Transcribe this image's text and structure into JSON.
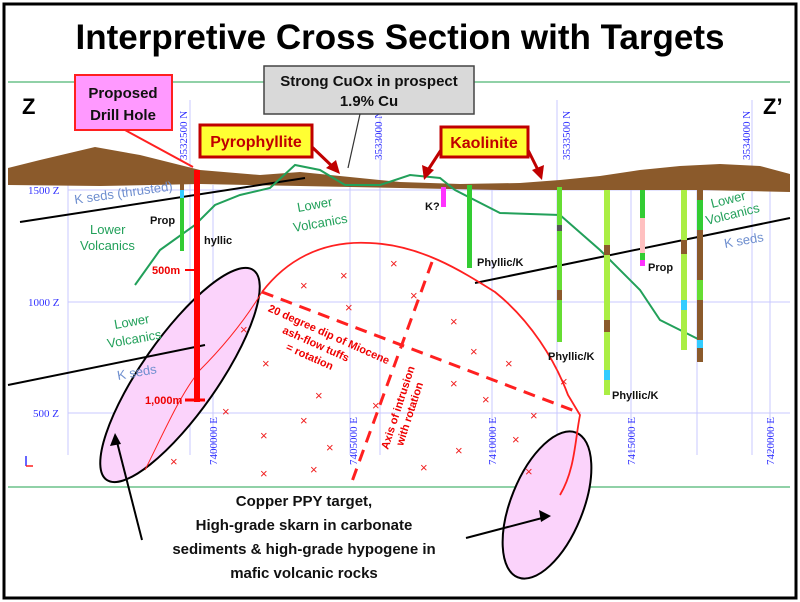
{
  "title": "Interpretive Cross Section with Targets",
  "section_ends": {
    "left": "Z",
    "right": "Z’"
  },
  "elevation_labels": [
    "1500 Z",
    "1000 Z",
    "500 Z"
  ],
  "easting_labels": [
    "7400000 E",
    "7405000 E",
    "7410000 E",
    "7415000 E",
    "7420000 E"
  ],
  "northing_labels": [
    "3532500 N",
    "3533000 N",
    "3533500 N",
    "3534000 N"
  ],
  "callouts": {
    "drill_hole": [
      "Proposed",
      "Drill Hole"
    ],
    "cuox": [
      "Strong CuOx in prospect",
      "1.9% Cu"
    ],
    "pyrophyllite": "Pyrophyllite",
    "kaolinite": "Kaolinite"
  },
  "drill_depths": [
    "500m",
    "1,000m"
  ],
  "units": {
    "k_seds_thrusted": "K seds (thrusted)",
    "lower_volcanics": [
      "Lower",
      "Volcanics"
    ],
    "k_seds": "K seds"
  },
  "alteration_labels": {
    "prop": "Prop",
    "phyllic": "hyllic",
    "k_query": "K?",
    "phyllic_k": "Phyllic/K"
  },
  "intrusion_notes": {
    "dip": [
      "20 degree dip of Miocene",
      "ash-flow tuffs",
      "= rotation"
    ],
    "axis": [
      "Axis of intrusion",
      "with rotation"
    ]
  },
  "target_text": [
    "Copper PPY target,",
    "High-grade skarn in carbonate",
    "sediments & high-grade hypogene in",
    "mafic volcanic rocks"
  ],
  "colors": {
    "topography": "#8b5a2b",
    "target_fill": "#fbd3fb",
    "callout_pink": "#ff99ff",
    "callout_yellow": "#ffff33",
    "intrusion": "#ff2020",
    "contact": "#22a05a",
    "grid": "#c8c8ff"
  }
}
